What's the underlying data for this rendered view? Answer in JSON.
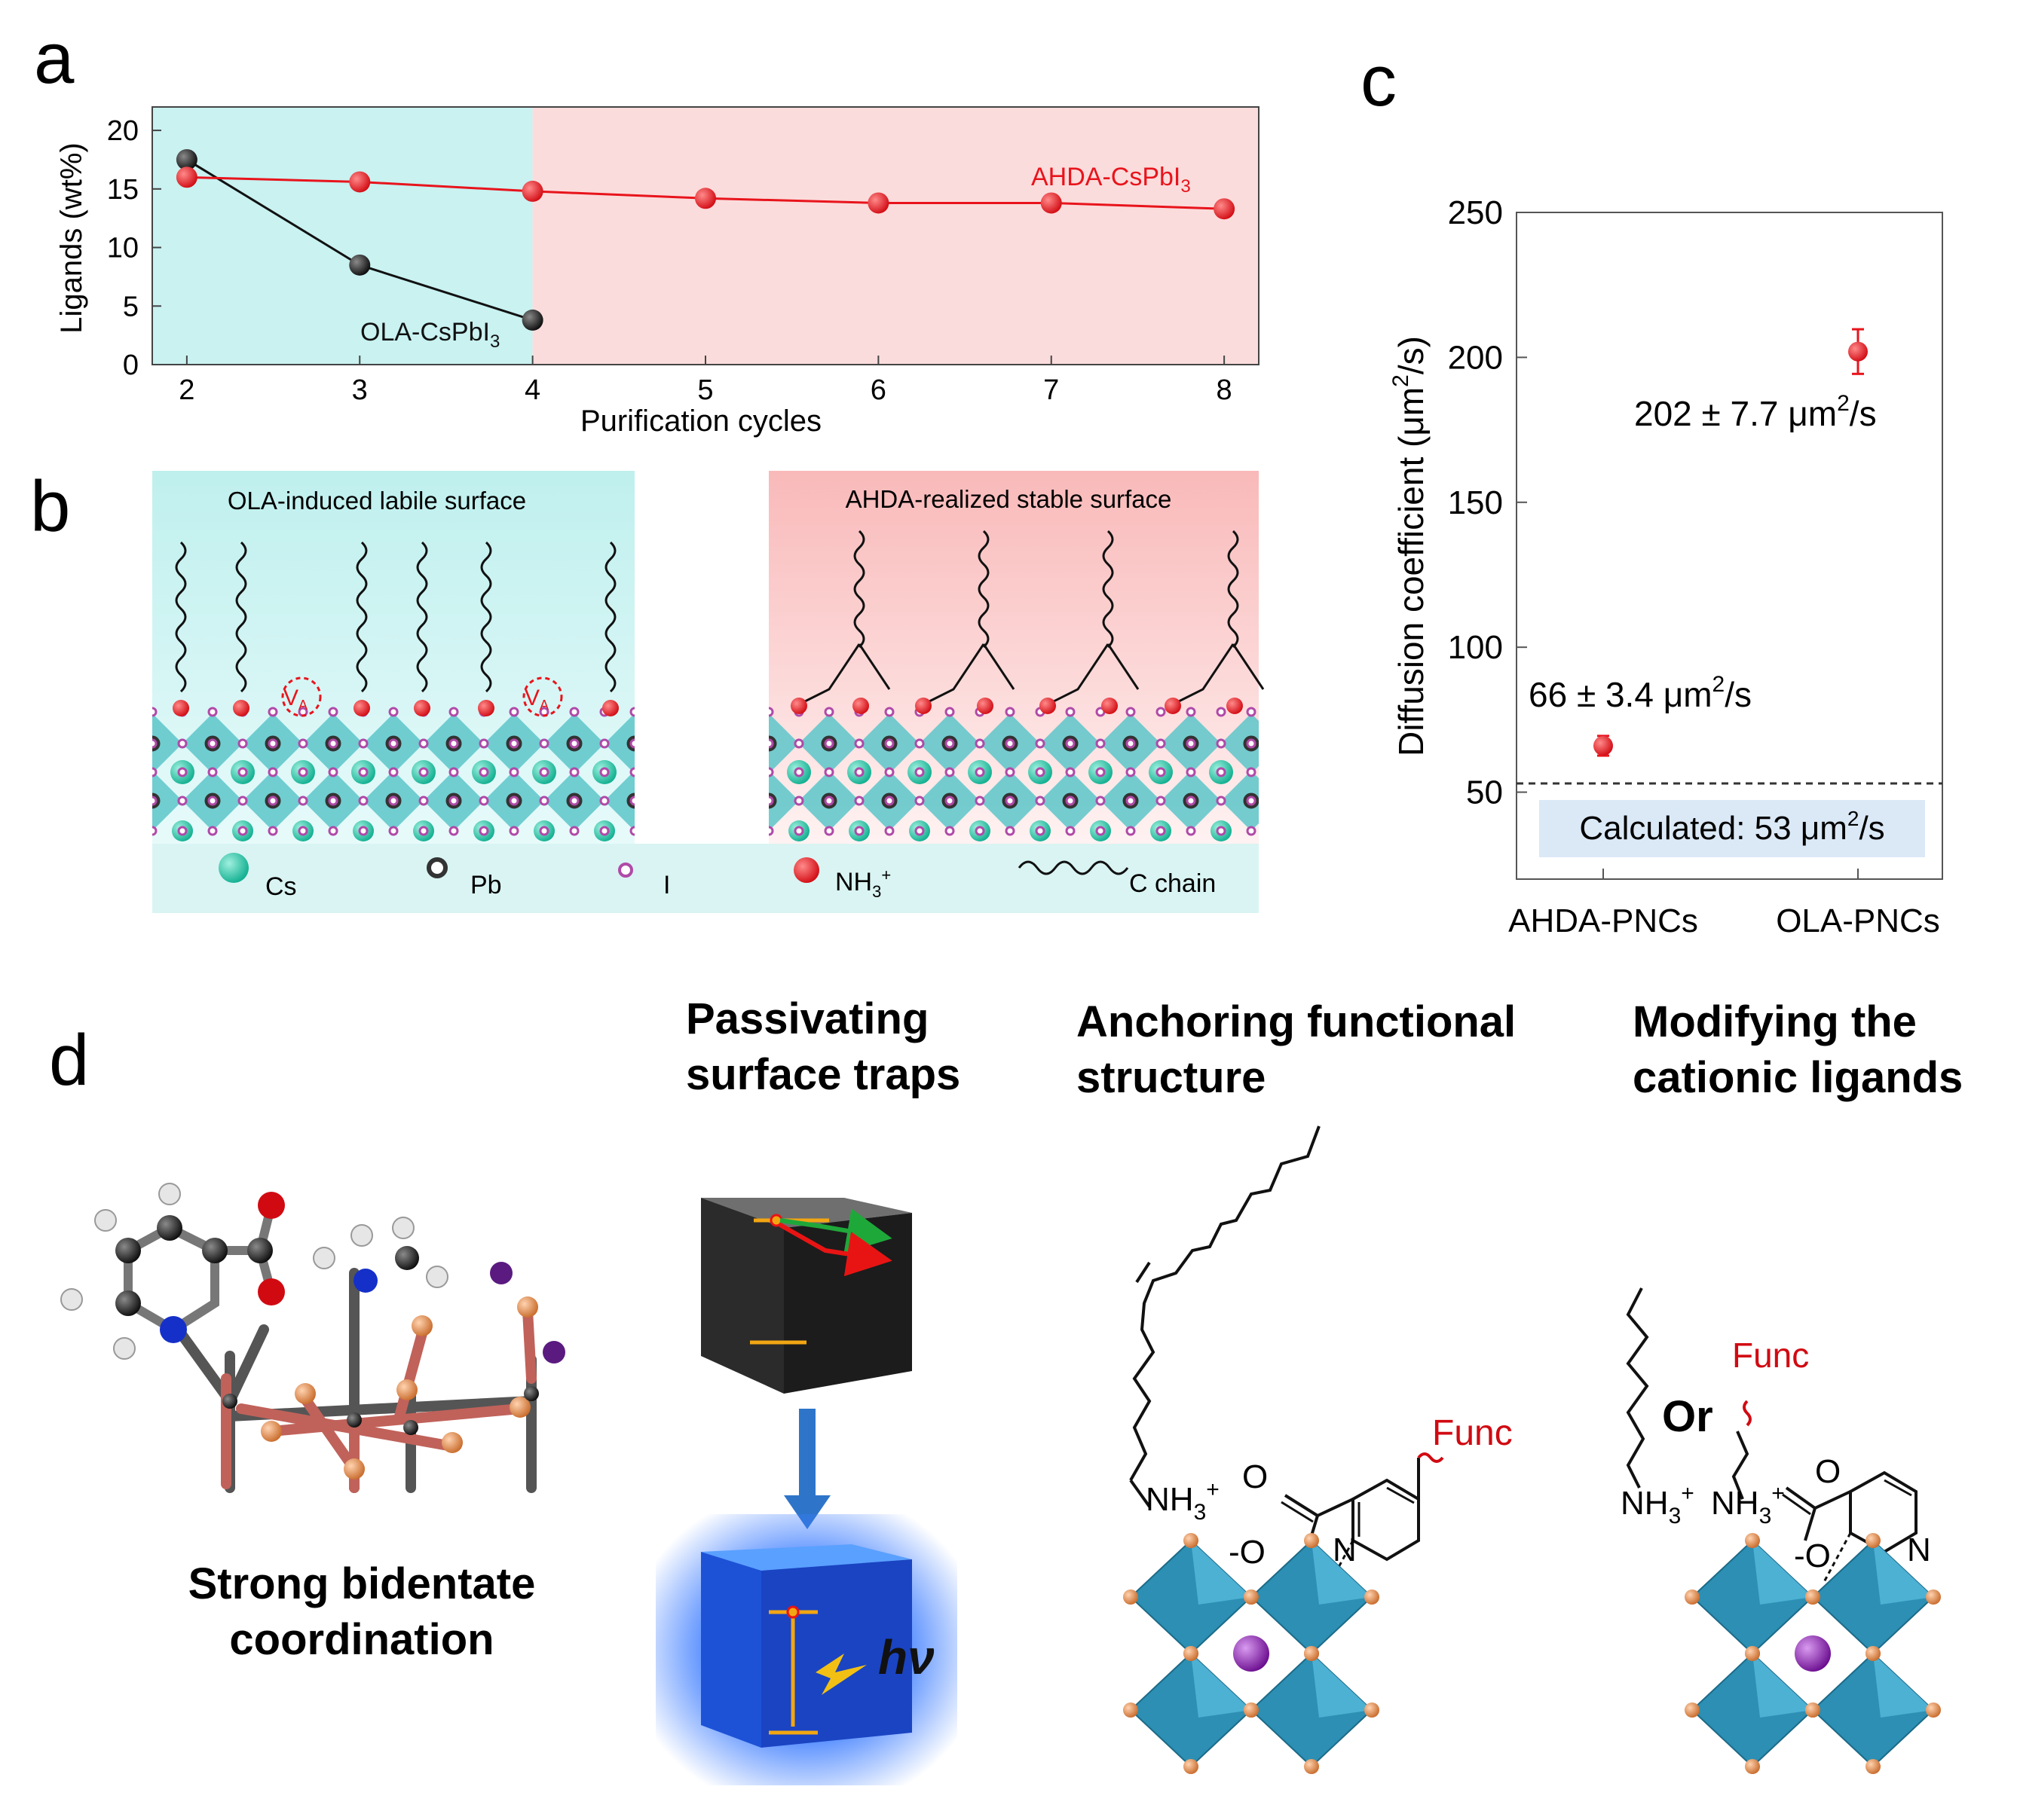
{
  "panel_labels": {
    "a": "a",
    "b": "b",
    "c": "c",
    "d": "d"
  },
  "colors": {
    "ola_series": "#111111",
    "ahda_series": "#e8141c",
    "cyan_band": "#c9f2f1",
    "pink_band": "#fbdcdc",
    "lattice": "#5cc6c9",
    "cs_atom": "#16c6a7",
    "iodide": "#b04aa8"
  },
  "chart_data": [
    {
      "type": "line",
      "panel": "a",
      "xlabel": "Purification cycles",
      "ylabel": "Ligands (wt%)",
      "xlim": [
        1.8,
        8.2
      ],
      "ylim": [
        0,
        22
      ],
      "xticks": [
        "2",
        "3",
        "4",
        "5",
        "6",
        "7",
        "8"
      ],
      "yticks": [
        "0",
        "5",
        "10",
        "15",
        "20"
      ],
      "shaded_regions": [
        {
          "from": 1.8,
          "to": 4,
          "color": "cyan"
        },
        {
          "from": 4,
          "to": 8.2,
          "color": "pink"
        }
      ],
      "series": [
        {
          "name": "OLA-CsPbI3",
          "label_main": "OLA-CsPbI",
          "label_sub": "3",
          "color": "#111111",
          "x": [
            2,
            3,
            4
          ],
          "y": [
            17.5,
            8.5,
            3.8
          ]
        },
        {
          "name": "AHDA-CsPbI3",
          "label_main": "AHDA-CsPbI",
          "label_sub": "3",
          "color": "#e8141c",
          "x": [
            2,
            3,
            4,
            5,
            6,
            7,
            8
          ],
          "y": [
            16.0,
            15.6,
            14.8,
            14.2,
            13.8,
            13.8,
            13.3
          ]
        }
      ],
      "grid": false
    },
    {
      "type": "scatter",
      "panel": "c",
      "ylabel_main": "Diffusion coefficient (μm",
      "ylabel_sup": "2",
      "ylabel_end": "/s)",
      "categories": [
        "AHDA-PNCs",
        "OLA-PNCs"
      ],
      "ylim": [
        20,
        250
      ],
      "yticks": [
        "50",
        "100",
        "150",
        "200",
        "250"
      ],
      "points": [
        {
          "category": "AHDA-PNCs",
          "value": 66,
          "error": 3.4,
          "label_main": "66 ± 3.4 μm",
          "label_sup": "2",
          "label_end": "/s"
        },
        {
          "category": "OLA-PNCs",
          "value": 202,
          "error": 7.7,
          "label_main": "202 ± 7.7 μm",
          "label_sup": "2",
          "label_end": "/s"
        }
      ],
      "reference_line": {
        "value": 53,
        "style": "dashed",
        "label_main": "Calculated: 53 μm",
        "label_sup": "2",
        "label_end": "/s"
      },
      "grid": false
    }
  ],
  "panel_b": {
    "left_title": "OLA-induced labile surface",
    "right_title": "AHDA-realized stable surface",
    "vacancy_main": "V",
    "vacancy_sub": "A",
    "legend": [
      {
        "key": "cs",
        "label": "Cs"
      },
      {
        "key": "pb",
        "label": "Pb"
      },
      {
        "key": "i",
        "label": "I"
      },
      {
        "key": "nh3",
        "label": "NH",
        "sub": "3",
        "sup": "+"
      },
      {
        "key": "chain",
        "label": "C chain"
      }
    ]
  },
  "panel_d": {
    "title_1_line1": "Passivating",
    "title_1_line2": "surface traps",
    "title_2_line1": "Anchoring functional",
    "title_2_line2": "structure",
    "title_3_line1": "Modifying the",
    "title_3_line2": "cationic ligands",
    "caption_line1": "Strong bidentate",
    "caption_line2": "coordination",
    "hv": "hν",
    "func": "Func",
    "or_text": "Or",
    "nh3": "NH",
    "nh3_sub": "3",
    "nh3_sup": "+",
    "o_atom": "O",
    "o_minus": "-O",
    "n_atom": "N"
  }
}
